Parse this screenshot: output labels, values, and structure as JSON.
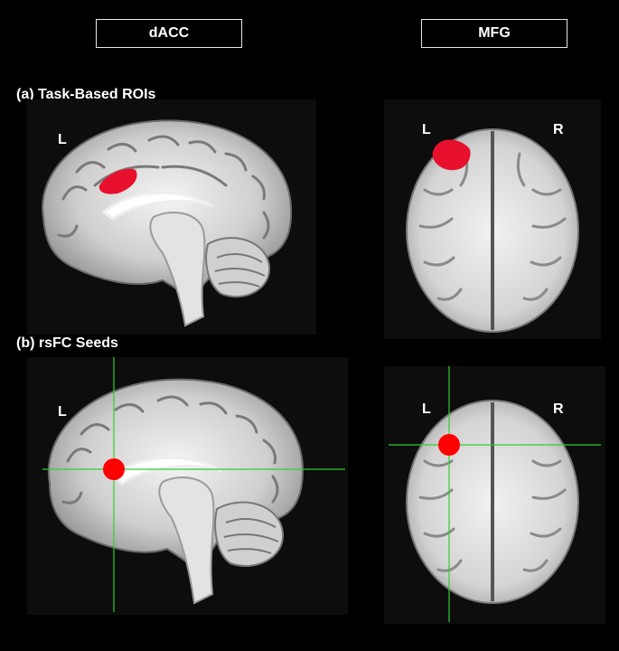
{
  "headers": {
    "left": "dACC",
    "right": "MFG"
  },
  "sections": {
    "a": "(a) Task-Based ROIs",
    "b": "(b) rsFC Seeds"
  },
  "orientation": {
    "left": "L",
    "right": "R"
  },
  "colors": {
    "roi": "#e8112d",
    "seed": "#ff0000",
    "crosshair": "#2fcf2f"
  }
}
